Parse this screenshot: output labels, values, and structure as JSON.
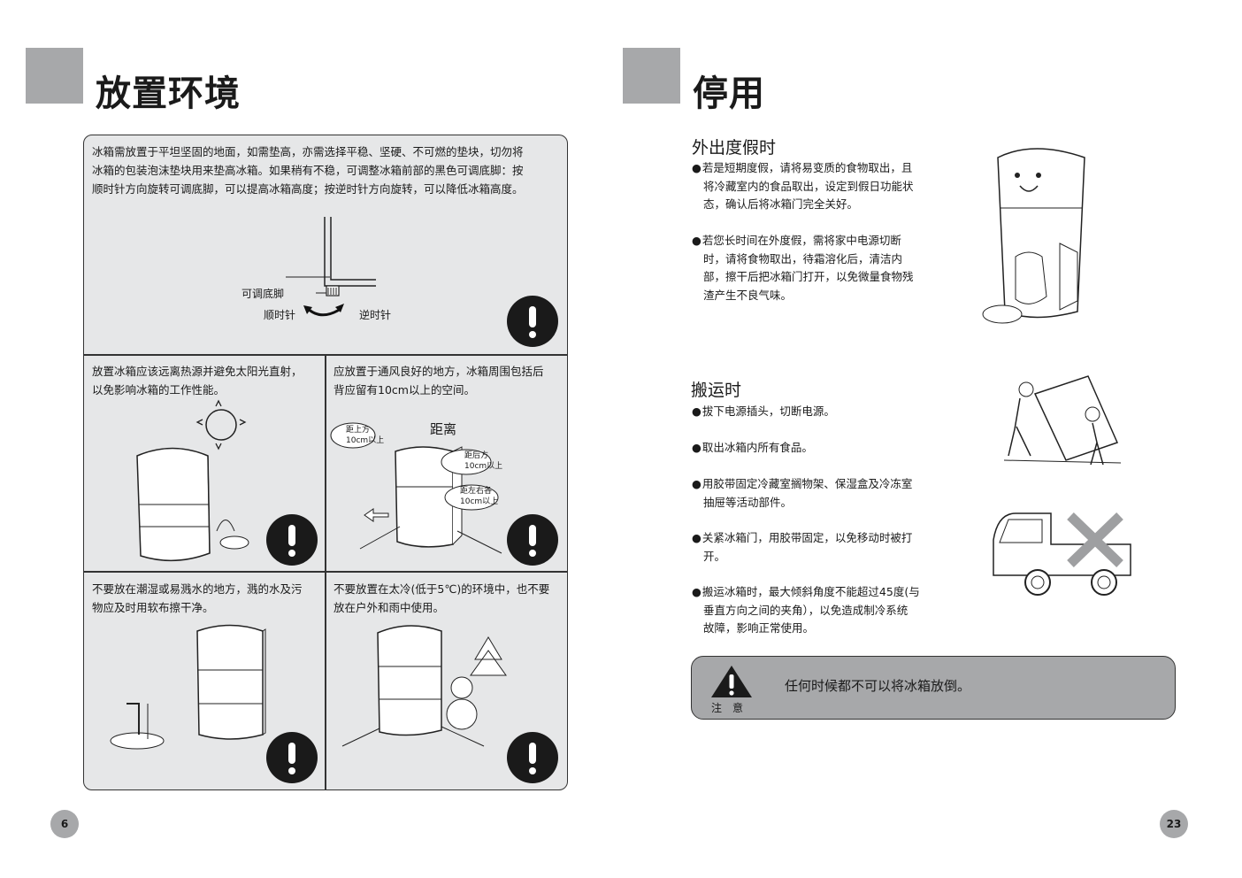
{
  "left_page": {
    "title": "放置环境",
    "intro": [
      "冰箱需放置于平坦坚固的地面，如需垫高，亦需选择平稳、坚硬、不可燃的垫块，切勿将",
      "冰箱的包装泡沫垫块用来垫高冰箱。如果稍有不稳，可调整冰箱前部的黑色可调底脚：按",
      "顺时针方向旋转可调底脚，可以提高冰箱高度；按逆时针方向旋转，可以降低冰箱高度。"
    ],
    "foot_labels": {
      "adjustable_foot": "可调底脚",
      "clockwise": "顺时针",
      "counterclockwise": "逆时针"
    },
    "cells": [
      {
        "lines": [
          "放置冰箱应该远离热源并避免太阳光直射，",
          "以免影响冰箱的工作性能。"
        ]
      },
      {
        "lines": [
          "应放置于通风良好的地方，冰箱周围包括后",
          "背应留有10cm以上的空间。"
        ]
      },
      {
        "lines": [
          "不要放在潮湿或易溅水的地方，溅的水及污",
          "物应及时用软布擦干净。"
        ]
      },
      {
        "lines": [
          "不要放置在太冷(低于5℃)的环境中，也不要",
          "放在户外和雨中使用。"
        ]
      }
    ],
    "distance_labels": {
      "title": "距离",
      "top_1": "距上方",
      "top_2": "10cm以上",
      "back_1": "距后方",
      "back_2": "10cm以上",
      "side_1": "距左右各",
      "side_2": "10cm以上"
    },
    "page_number": "6"
  },
  "right_page": {
    "title": "停用",
    "vacation": {
      "heading": "外出度假时",
      "bullets": [
        [
          "若是短期度假，请将易变质的食物取出，且",
          "将冷藏室内的食品取出，设定到假日功能状",
          "态，确认后将冰箱门完全关好。"
        ],
        [
          "若您长时间在外度假，需将家中电源切断",
          "时，请将食物取出，待霜溶化后，清洁内",
          "部，擦干后把冰箱门打开，以免微量食物残",
          "渣产生不良气味。"
        ]
      ]
    },
    "transport": {
      "heading": "搬运时",
      "bullets": [
        [
          "拔下电源插头，切断电源。"
        ],
        [
          "取出冰箱内所有食品。"
        ],
        [
          "用胶带固定冷藏室搁物架、保湿盒及冷冻室",
          "抽屉等活动部件。"
        ],
        [
          "关紧冰箱门，用胶带固定，以免移动时被打",
          "开。"
        ],
        [
          "搬运冰箱时，最大倾斜角度不能超过45度(与",
          "垂直方向之间的夹角），以免造成制冷系统",
          "故障，影响正常使用。"
        ]
      ]
    },
    "notice": {
      "label": "注　意",
      "text": "任何时候都不可以将冰箱放倒。"
    },
    "page_number": "23",
    "bullet_glyph": "●"
  }
}
